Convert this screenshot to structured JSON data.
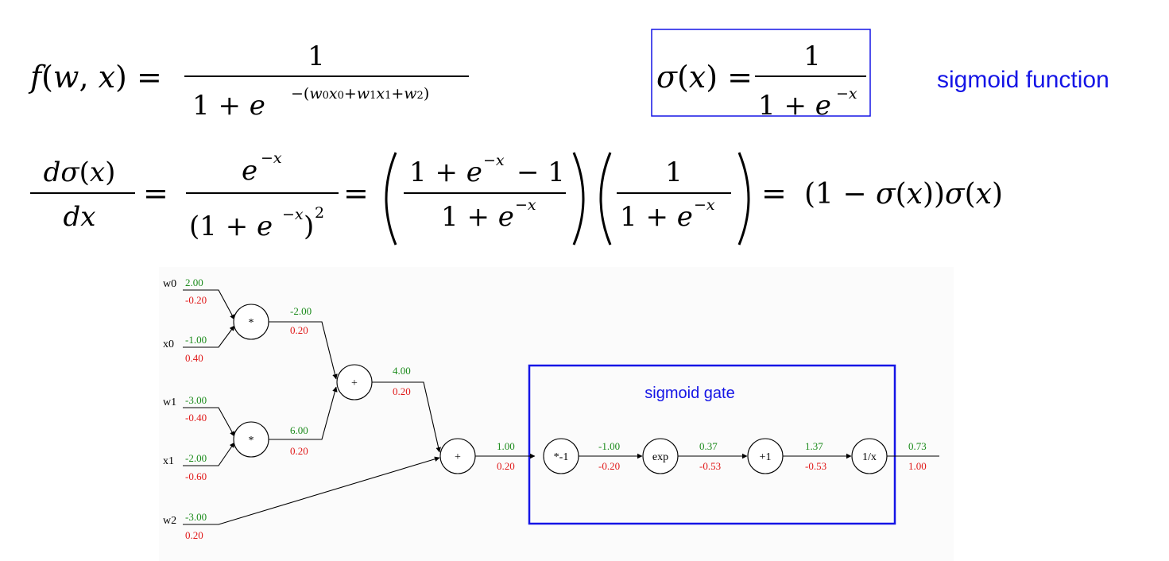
{
  "formulas": {
    "f_def": "f(w,x) = 1 / (1 + e^{-(w0x0+w1x1+w2)})",
    "sigma_def": "σ(x) = 1 / (1 + e^{-x})",
    "sigma_caption": "sigmoid function",
    "derivative": "dσ(x)/dx = e^{-x}/(1+e^{-x})^2 = ((1+e^{-x}-1)/(1+e^{-x}))(1/(1+e^{-x})) = (1-σ(x))σ(x)"
  },
  "graph": {
    "box_title": "sigmoid gate",
    "inputs": [
      {
        "name": "w0",
        "forward": "2.00",
        "backward": "-0.20"
      },
      {
        "name": "x0",
        "forward": "-1.00",
        "backward": "0.40"
      },
      {
        "name": "w1",
        "forward": "-3.00",
        "backward": "-0.40"
      },
      {
        "name": "x1",
        "forward": "-2.00",
        "backward": "-0.60"
      },
      {
        "name": "w2",
        "forward": "-3.00",
        "backward": "0.20"
      }
    ],
    "gates": [
      {
        "id": "mul0",
        "label": "*"
      },
      {
        "id": "mul1",
        "label": "*"
      },
      {
        "id": "add0",
        "label": "+"
      },
      {
        "id": "add1",
        "label": "+"
      },
      {
        "id": "neg",
        "label": "*-1"
      },
      {
        "id": "exp",
        "label": "exp"
      },
      {
        "id": "plus1",
        "label": "+1"
      },
      {
        "id": "recip",
        "label": "1/x"
      }
    ],
    "edges": [
      {
        "from": "mul0",
        "forward": "-2.00",
        "backward": "0.20"
      },
      {
        "from": "mul1",
        "forward": "6.00",
        "backward": "0.20"
      },
      {
        "from": "add0",
        "forward": "4.00",
        "backward": "0.20"
      },
      {
        "from": "add1",
        "forward": "1.00",
        "backward": "0.20"
      },
      {
        "from": "neg",
        "forward": "-1.00",
        "backward": "-0.20"
      },
      {
        "from": "exp",
        "forward": "0.37",
        "backward": "-0.53"
      },
      {
        "from": "plus1",
        "forward": "1.37",
        "backward": "-0.53"
      },
      {
        "from": "recip",
        "forward": "0.73",
        "backward": "1.00"
      }
    ]
  }
}
